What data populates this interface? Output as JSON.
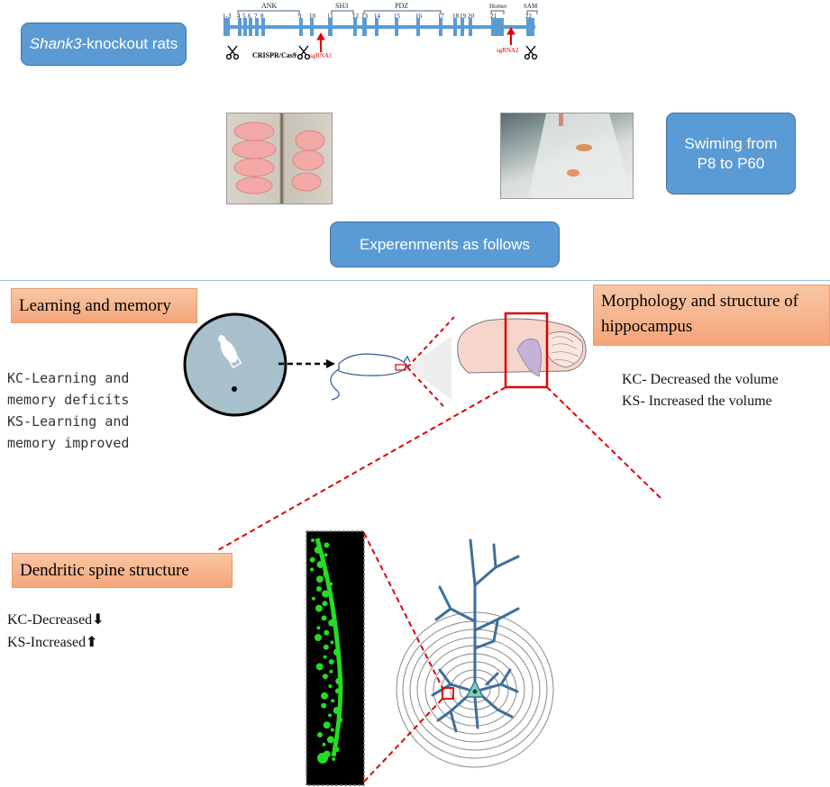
{
  "top": {
    "title_italic": "Shank3",
    "title_rest": "-knockout rats",
    "swim_line1": "Swiming from",
    "swim_line2": "P8 to P60",
    "experiments": "Experenments as follows"
  },
  "gene_map": {
    "domains": [
      "ANK",
      "SH3",
      "PDZ",
      "Homer",
      "SAM"
    ],
    "exon_labels": [
      "1-3",
      "4",
      "5",
      "6",
      "7",
      "8",
      "9",
      "10",
      "11",
      "12",
      "13",
      "14",
      "15",
      "16",
      "17",
      "18",
      "19",
      "20",
      "21",
      "22"
    ],
    "crispr_label": "CRISPR/Cas9",
    "sgrna1": "sgRNA1",
    "sgrna2": "sgRNA2",
    "colors": {
      "exon": "#5b9bd5",
      "sgrna": "#e00000"
    }
  },
  "sections": {
    "learning": {
      "heading": "Learning  and memory",
      "lines": [
        "KC-Learning and",
        "memory deficits",
        "KS-Learning and",
        "memory improved"
      ]
    },
    "morphology": {
      "heading_line1": "Morphology and structure of",
      "heading_line2": "hippocampus",
      "lines": [
        "KC- Decreased the volume",
        "KS- Increased the volume"
      ]
    },
    "spine": {
      "heading": "Dendritic spine structure",
      "kc": "KC-Decreased",
      "ks": "KS-Increased",
      "kc_arrow": "⬇",
      "ks_arrow": "⬆"
    }
  },
  "colors": {
    "blue_box": "#5b9bd5",
    "orange_box": "#f4b183",
    "dashed_red": "#e00000",
    "neuron": "#3d6f9c",
    "spine_green": "#22dd22",
    "watermaze": "#a8bfcc"
  }
}
